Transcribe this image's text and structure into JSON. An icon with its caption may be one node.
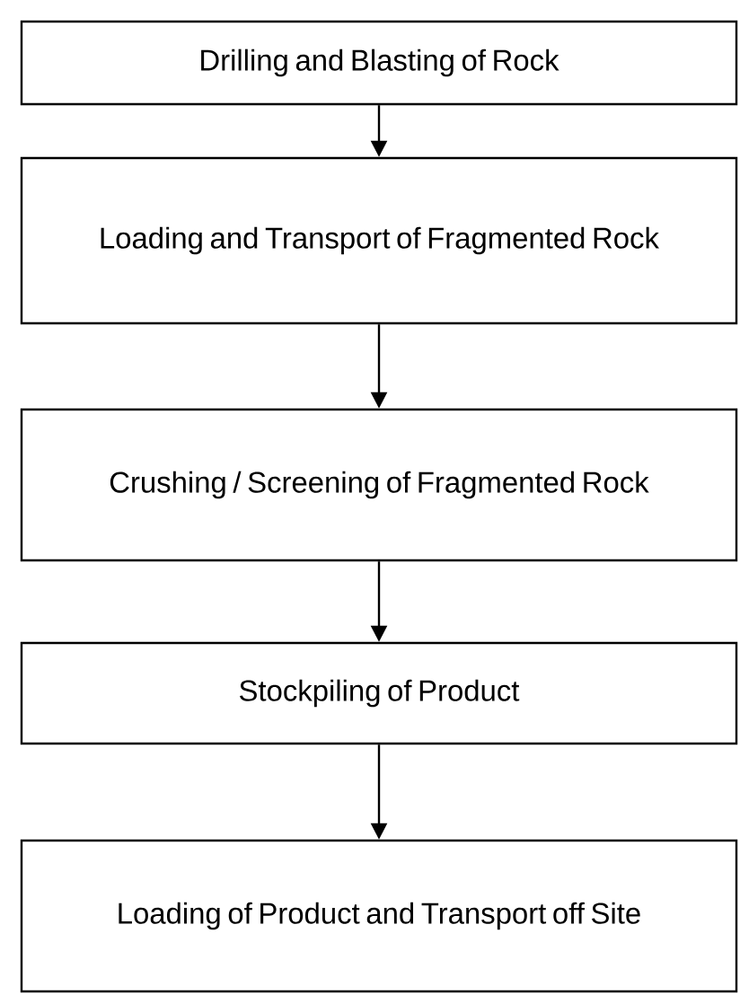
{
  "diagram": {
    "nodes": [
      {
        "text": [
          "Drilling and Blasting of Rock"
        ]
      },
      {
        "text": [
          "Loading and Transport of Fragmented Rock"
        ]
      },
      {
        "text": [
          "Crushing / Screening of Fragmented Rock"
        ]
      },
      {
        "text": [
          "Stockpiling of Product"
        ]
      },
      {
        "text": [
          "Loading of Product and Transport off Site"
        ]
      }
    ],
    "edges": [
      {
        "from": 0,
        "to": 1,
        "arrow": "to"
      },
      {
        "from": 1,
        "to": 2,
        "arrow": "to"
      },
      {
        "from": 2,
        "to": 3,
        "arrow": "to"
      },
      {
        "from": 3,
        "to": 4,
        "arrow": "to"
      }
    ]
  }
}
